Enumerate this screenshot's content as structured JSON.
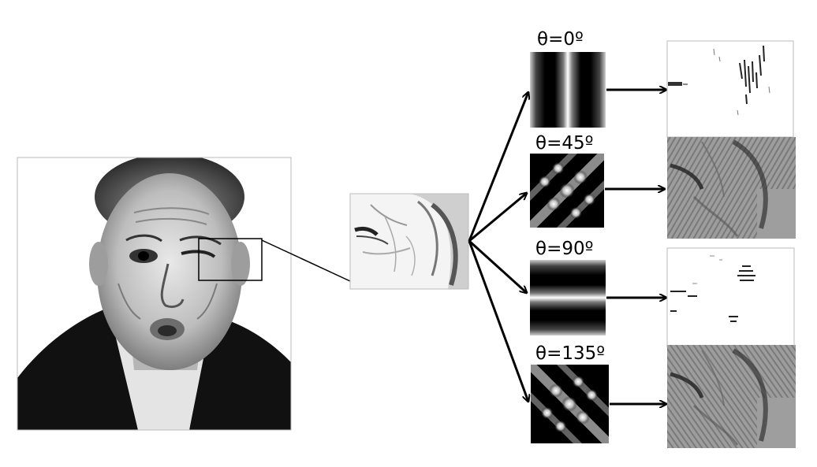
{
  "filters": [
    {
      "label": "θ=0º"
    },
    {
      "label": "θ=45º"
    },
    {
      "label": "θ=90º"
    },
    {
      "label": "θ=135º"
    }
  ],
  "images": {
    "source_photo": "portrait-photo",
    "crop_patch": "eye-region-patch"
  }
}
